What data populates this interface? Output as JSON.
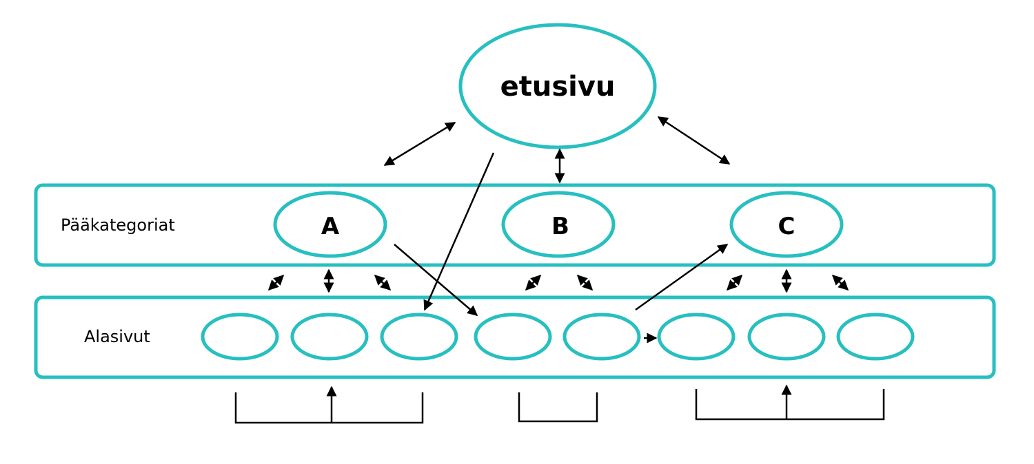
{
  "colors": {
    "node_stroke": "#27bfc0",
    "arrow": "#000000",
    "background": "#ffffff"
  },
  "root": {
    "label": "etusivu"
  },
  "layers": {
    "main": {
      "label": "Pääkategoriat"
    },
    "sub": {
      "label": "Alasivut"
    }
  },
  "categories": [
    {
      "label": "A"
    },
    {
      "label": "B"
    },
    {
      "label": "C"
    }
  ],
  "subpages": [
    {
      "label": ""
    },
    {
      "label": ""
    },
    {
      "label": ""
    },
    {
      "label": ""
    },
    {
      "label": ""
    },
    {
      "label": ""
    },
    {
      "label": ""
    },
    {
      "label": ""
    }
  ]
}
